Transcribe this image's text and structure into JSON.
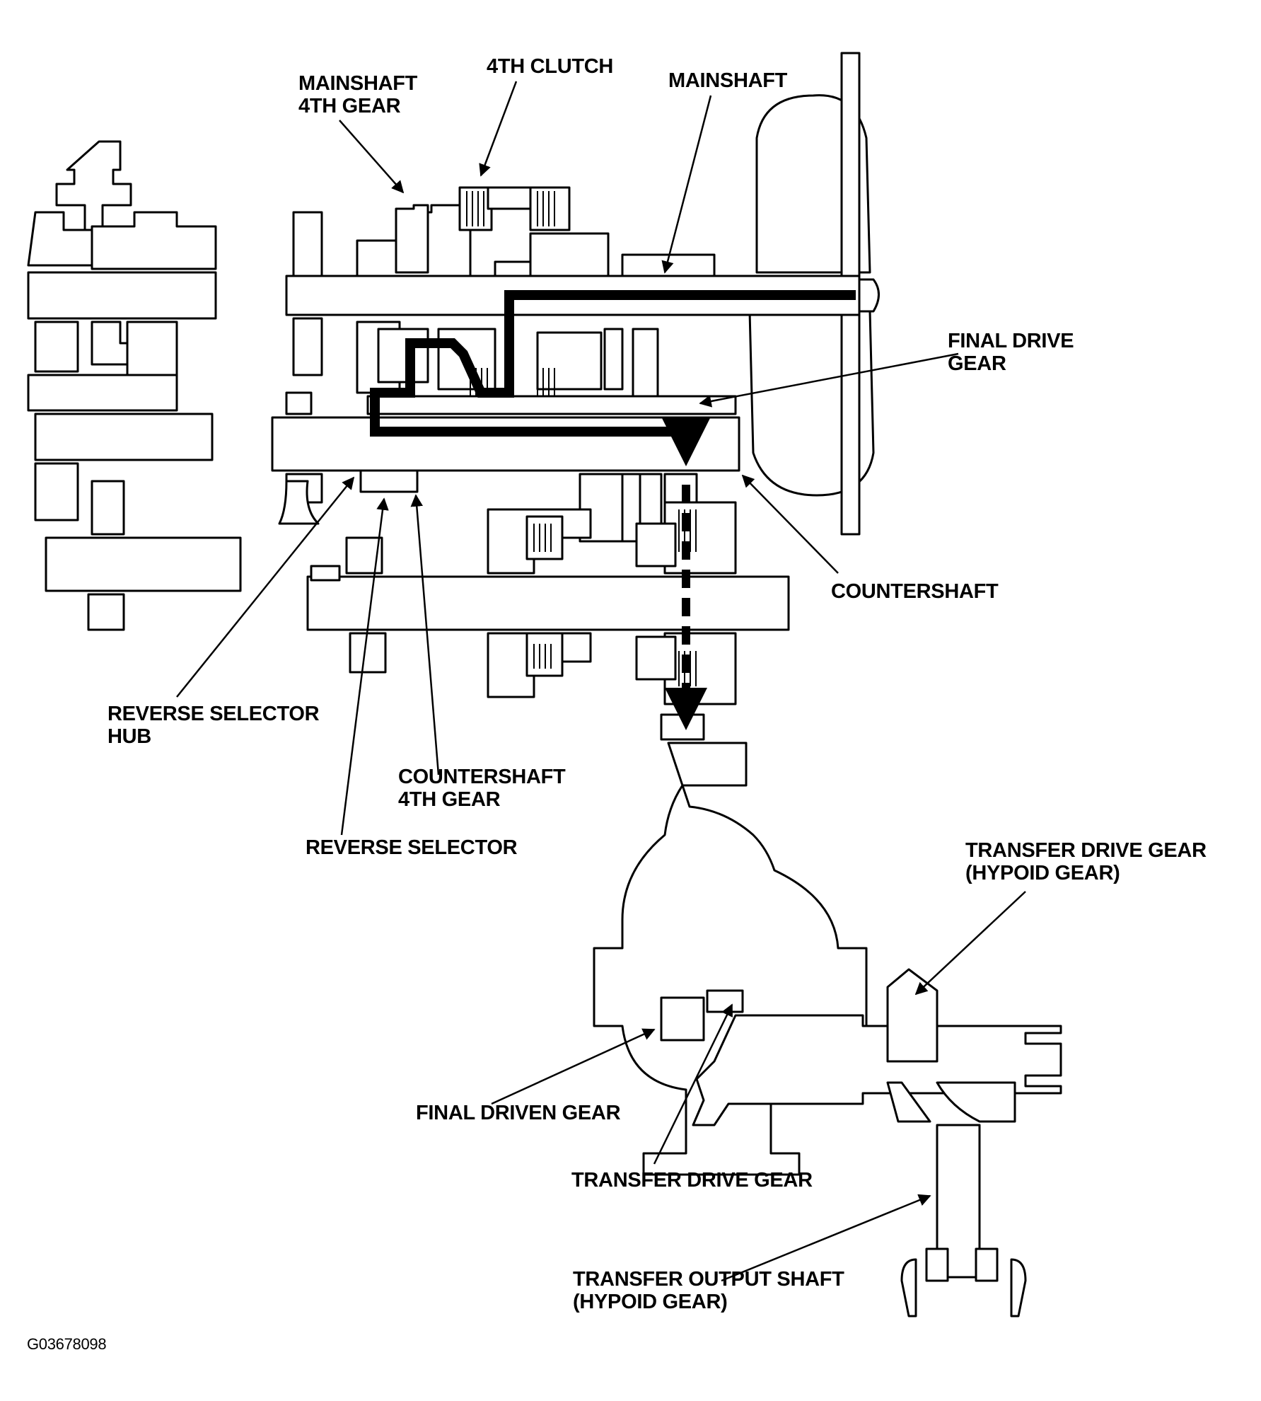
{
  "figure_id": "G03678098",
  "labels": {
    "mainshaft_4th_gear": [
      "MAINSHAFT",
      "4TH GEAR"
    ],
    "fourth_clutch": [
      "4TH CLUTCH"
    ],
    "mainshaft": [
      "MAINSHAFT"
    ],
    "final_drive_gear": [
      "FINAL DRIVE",
      "GEAR"
    ],
    "countershaft": [
      "COUNTERSHAFT"
    ],
    "reverse_selector_hub": [
      "REVERSE SELECTOR",
      "HUB"
    ],
    "countershaft_4th_gear": [
      "COUNTERSHAFT",
      "4TH GEAR"
    ],
    "reverse_selector": [
      "REVERSE SELECTOR"
    ],
    "transfer_drive_gear_hypoid": [
      "TRANSFER DRIVE GEAR",
      "(HYPOID GEAR)"
    ],
    "final_driven_gear": [
      "FINAL DRIVEN GEAR"
    ],
    "transfer_drive_gear": [
      "TRANSFER DRIVE GEAR"
    ],
    "transfer_output_shaft": [
      "TRANSFER OUTPUT SHAFT",
      "(HYPOID GEAR)"
    ]
  },
  "colors": {
    "line": "#000000",
    "fill": "#ffffff",
    "power_flow": "#000000"
  }
}
